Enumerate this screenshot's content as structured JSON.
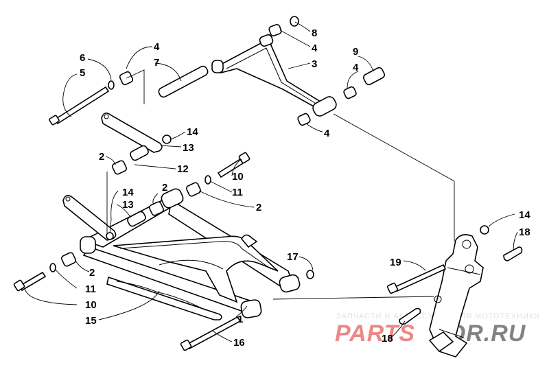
{
  "callouts": [
    {
      "id": "c8a",
      "text": "8"
    },
    {
      "id": "c4a",
      "text": "4"
    },
    {
      "id": "c3",
      "text": "3"
    },
    {
      "id": "c9",
      "text": "9"
    },
    {
      "id": "c4b",
      "text": "4"
    },
    {
      "id": "c4c",
      "text": "4"
    },
    {
      "id": "c6",
      "text": "6"
    },
    {
      "id": "c5",
      "text": "5"
    },
    {
      "id": "c4d",
      "text": "4"
    },
    {
      "id": "c7",
      "text": "7"
    },
    {
      "id": "c14a",
      "text": "14"
    },
    {
      "id": "c13a",
      "text": "13"
    },
    {
      "id": "c2a",
      "text": "2"
    },
    {
      "id": "c12",
      "text": "12"
    },
    {
      "id": "c10a",
      "text": "10"
    },
    {
      "id": "c11a",
      "text": "11"
    },
    {
      "id": "c2b",
      "text": "2"
    },
    {
      "id": "c2c",
      "text": "2"
    },
    {
      "id": "c14b",
      "text": "14"
    },
    {
      "id": "c13b",
      "text": "13"
    },
    {
      "id": "c14c",
      "text": "14"
    },
    {
      "id": "c18a",
      "text": "18"
    },
    {
      "id": "c17",
      "text": "17"
    },
    {
      "id": "c19",
      "text": "19"
    },
    {
      "id": "c2d",
      "text": "2"
    },
    {
      "id": "c11b",
      "text": "11"
    },
    {
      "id": "c10b",
      "text": "10"
    },
    {
      "id": "c15",
      "text": "15"
    },
    {
      "id": "c1",
      "text": "1"
    },
    {
      "id": "c16",
      "text": "16"
    },
    {
      "id": "c18b",
      "text": "18"
    }
  ],
  "watermark": {
    "caption": "ЗАПЧАСТИ И АКСЕССУАРЫ ДЛЯ МОТОТЕХНИКИ",
    "brand_left": "PARTS",
    "brand_right": "FOR.RU",
    "color_left": "#e0281f",
    "color_right": "#1f1f1f"
  }
}
